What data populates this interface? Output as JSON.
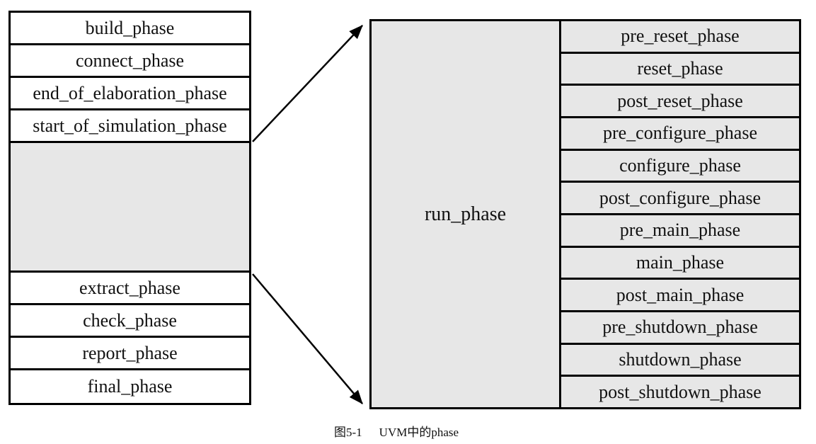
{
  "figure": {
    "left_table": {
      "top_rows": [
        "build_phase",
        "connect_phase",
        "end_of_elaboration_phase",
        "start_of_simulation_phase"
      ],
      "bottom_rows": [
        "extract_phase",
        "check_phase",
        "report_phase",
        "final_phase"
      ]
    },
    "run_box": {
      "label": "run_phase",
      "sub_phases": [
        "pre_reset_phase",
        "reset_phase",
        "post_reset_phase",
        "pre_configure_phase",
        "configure_phase",
        "post_configure_phase",
        "pre_main_phase",
        "main_phase",
        "post_main_phase",
        "pre_shutdown_phase",
        "shutdown_phase",
        "post_shutdown_phase"
      ]
    },
    "caption": {
      "number": "图5-1",
      "title": "UVM中的phase"
    },
    "colors": {
      "cell_fill": "#e7e7e7",
      "border": "#000000",
      "background": "#ffffff",
      "text": "#111111"
    }
  }
}
